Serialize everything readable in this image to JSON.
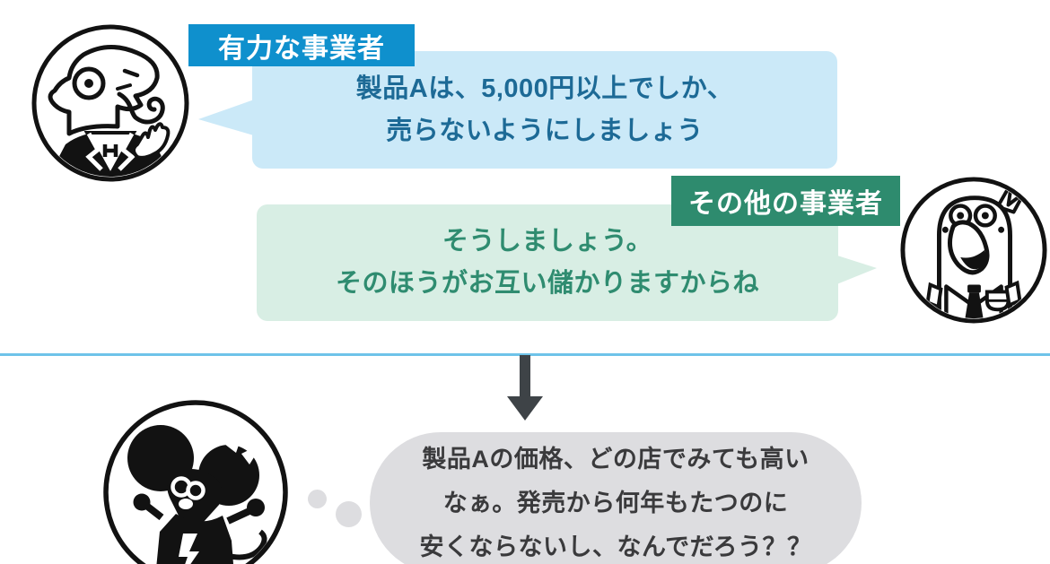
{
  "leader": {
    "label": "有力な事業者",
    "character": "chameleon-businessman",
    "lines": [
      "製品Aは、5,000円以上でしか、",
      "売らないようにしましょう"
    ],
    "colors": {
      "label_bg": "#0F90CD",
      "bubble_bg": "#CBE9F8",
      "text": "#1D6A96"
    }
  },
  "others": {
    "label": "その他の事業者",
    "character": "parrot-businessman",
    "lines": [
      "そうしましょう。",
      "そのほうがお互い儲かりますからね"
    ],
    "colors": {
      "label_bg": "#2E8B6E",
      "bubble_bg": "#D8EEE4",
      "text": "#2F8C70"
    }
  },
  "consumer": {
    "character": "mouse-consumer",
    "lines": [
      "製品Aの価格、どの店でみても高い",
      "なぁ。発売から何年もたつのに",
      "安くならないし、なんでだろう？？"
    ],
    "colors": {
      "bubble_bg": "#DDDDE0",
      "text": "#3A3A3C"
    }
  },
  "divider": {
    "color": "#6EC3E9"
  },
  "arrow": {
    "color": "#3E4347"
  }
}
